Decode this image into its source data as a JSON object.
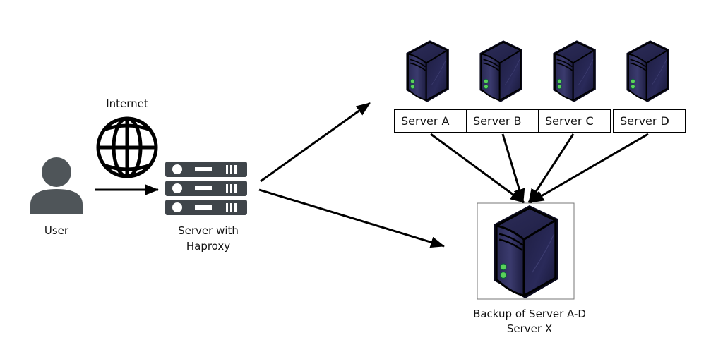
{
  "diagram": {
    "title": "HAProxy load balancing with backup server",
    "nodes": {
      "user": {
        "label": "User",
        "icon": "user-icon"
      },
      "internet": {
        "label": "Internet",
        "icon": "globe-icon"
      },
      "haproxy": {
        "label_line1": "Server with",
        "label_line2": "Haproxy",
        "icon": "server-rack-icon"
      },
      "servers": [
        {
          "label": "Server A",
          "icon": "server-tower-icon"
        },
        {
          "label": "Server B",
          "icon": "server-tower-icon"
        },
        {
          "label": "Server C",
          "icon": "server-tower-icon"
        },
        {
          "label": "Server D",
          "icon": "server-tower-icon"
        }
      ],
      "backup": {
        "label_line1": "Backup of Server A-D",
        "label_line2": "Server X",
        "icon": "server-tower-icon"
      }
    },
    "edges": [
      {
        "from": "User",
        "to": "Server with Haproxy"
      },
      {
        "from": "Server with Haproxy",
        "to": "Servers A-D"
      },
      {
        "from": "Server with Haproxy",
        "to": "Server X"
      },
      {
        "from": "Server A",
        "to": "Server X"
      },
      {
        "from": "Server B",
        "to": "Server X"
      },
      {
        "from": "Server C",
        "to": "Server X"
      },
      {
        "from": "Server D",
        "to": "Server X"
      }
    ],
    "colors": {
      "icon_gray": "#4f5559",
      "server_dark": "#1c1c3e",
      "server_led": "#5ad15a",
      "line": "#000000"
    }
  }
}
